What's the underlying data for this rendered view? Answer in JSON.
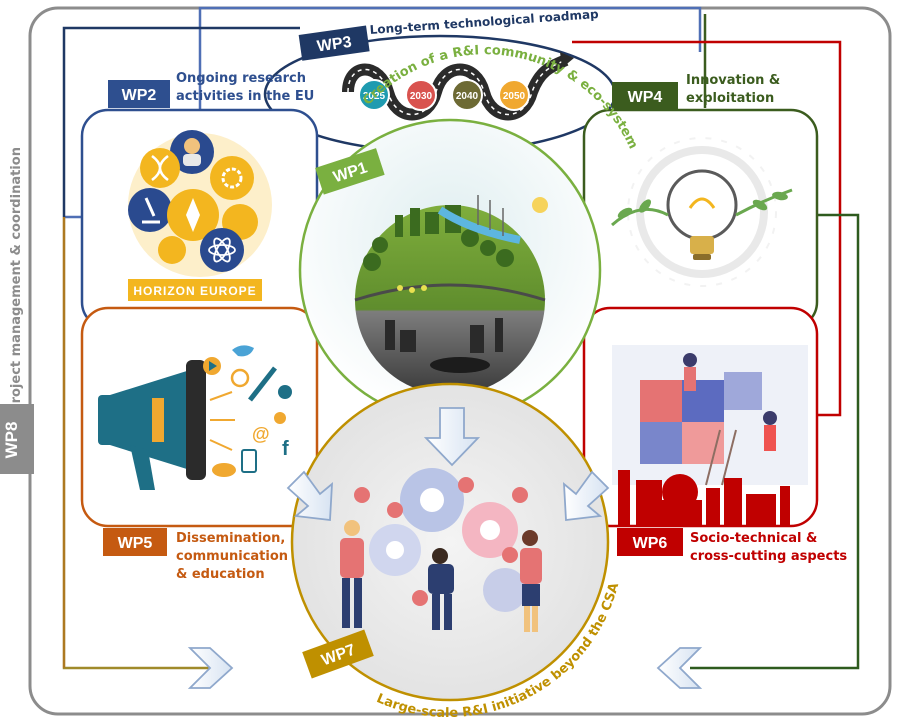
{
  "frame": {
    "vertical_label": "Project management & coordination",
    "wp8_tag": "WP8"
  },
  "wp1": {
    "tag": "WP1",
    "title": "Creation of a R&I community & eco-system"
  },
  "wp2": {
    "tag": "WP2",
    "title_line1": "Ongoing research",
    "title_line2": "activities in the EU",
    "banner": "HORIZON EUROPE"
  },
  "wp3": {
    "tag": "WP3",
    "title": "Long-term technological roadmap",
    "milestones": [
      "2025",
      "2030",
      "2040",
      "2050"
    ]
  },
  "wp4": {
    "tag": "WP4",
    "title_line1": "Innovation &",
    "title_line2": "exploitation"
  },
  "wp5": {
    "tag": "WP5",
    "title_line1": "Dissemination,",
    "title_line2": "communication",
    "title_line3": "& education"
  },
  "wp6": {
    "tag": "WP6",
    "title_line1": "Socio-technical &",
    "title_line2": "cross-cutting aspects"
  },
  "wp7": {
    "tag": "WP7",
    "title": "Large-scale R&I initiative beyond the CSA"
  },
  "colors": {
    "wp1": "#7ab040",
    "wp2": "#2e4f8f",
    "wp3": "#1f3864",
    "wp4": "#3b5c1e",
    "wp5": "#c55a11",
    "wp6": "#c00000",
    "wp7": "#bf9000",
    "wp8": "#7f7f7f"
  }
}
